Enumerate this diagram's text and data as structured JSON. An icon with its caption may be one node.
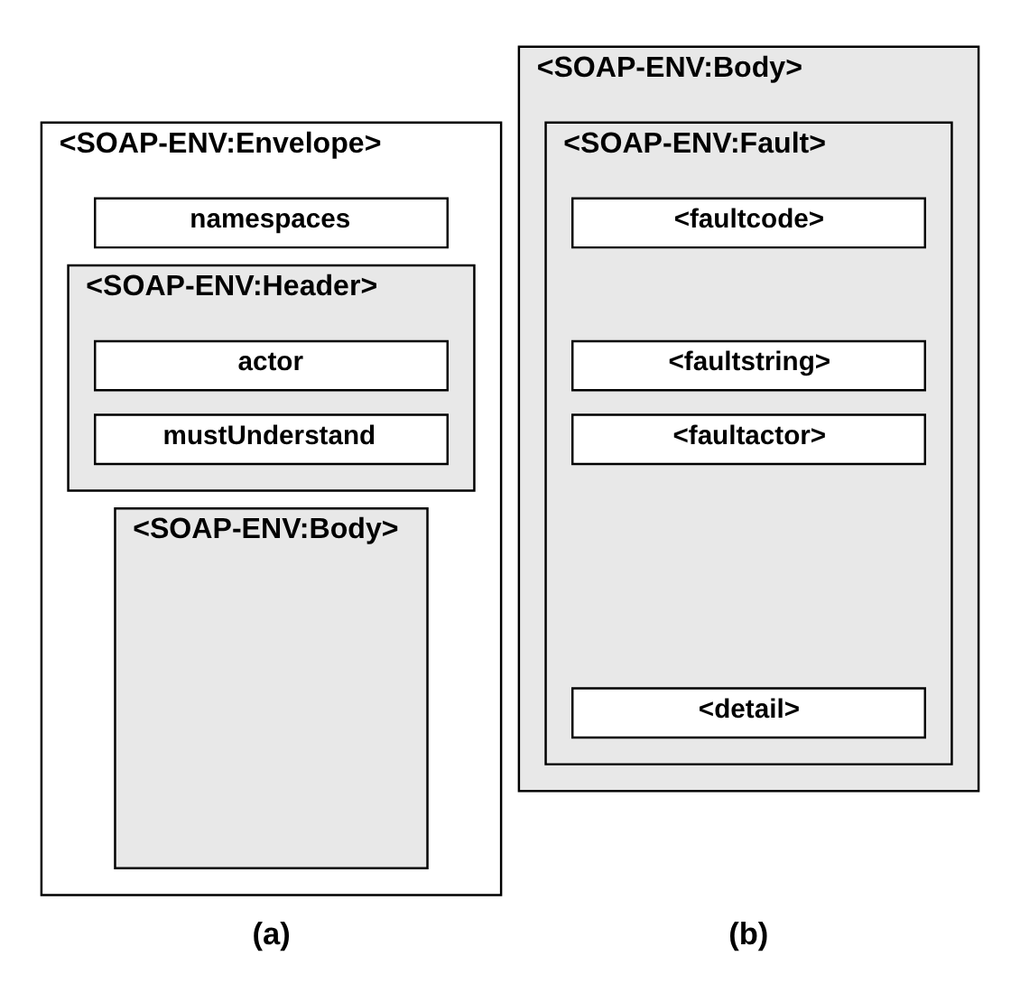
{
  "diagram": {
    "nodes": [
      {
        "text": [
          "<SOAP-ENV:Envelope>"
        ]
      },
      {
        "text": [
          "namespaces"
        ],
        "in": 0
      },
      {
        "text": [
          "<SOAP-ENV:Header>"
        ],
        "in": 0
      },
      {
        "text": [
          "actor"
        ],
        "in": 2
      },
      {
        "text": [
          "mustUnderstand"
        ],
        "in": 2
      },
      {
        "text": [
          "<SOAP-ENV:Body>"
        ],
        "in": 0
      },
      {
        "text": [
          "<SOAP-ENV:Body>"
        ]
      },
      {
        "text": [
          "<SOAP-ENV:Fault>"
        ],
        "in": 6
      },
      {
        "text": [
          "<faultcode>"
        ],
        "in": 7
      },
      {
        "text": [
          "<faultstring>"
        ],
        "in": 7
      },
      {
        "text": [
          "<faultactor>"
        ],
        "in": 7
      },
      {
        "text": [
          "<detail>"
        ],
        "in": 7
      }
    ],
    "edges": [],
    "labels": [
      "(a)",
      "(b)"
    ]
  }
}
